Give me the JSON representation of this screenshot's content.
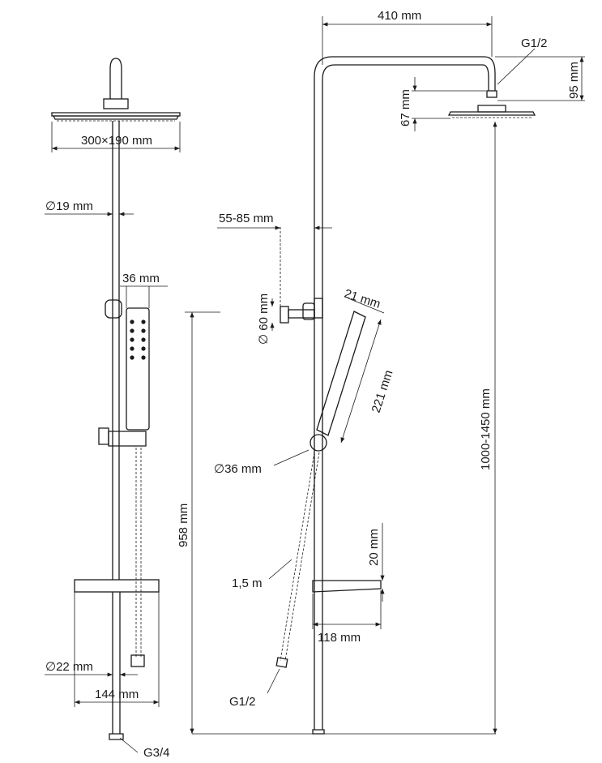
{
  "labels": {
    "head_size": "300×190 mm",
    "pipe_dia": "∅19 mm",
    "hand_width": "36 mm",
    "slider_travel": "958 mm",
    "pipe_dia_lower": "∅22 mm",
    "shelf_len_front": "144 mm",
    "inlet_front": "G3/4",
    "arm_len": "410 mm",
    "head_thread": "G1/2",
    "arm_drop": "95 mm",
    "head_drop": "67 mm",
    "wall_dist": "55-85 mm",
    "bracket_dia": "∅ 60 mm",
    "hand_tip": "21 mm",
    "hand_len": "221 mm",
    "holder_dia": "∅36 mm",
    "total_height": "1000-1450 mm",
    "hose_len": "1,5 m",
    "shelf_h": "20 mm",
    "shelf_len_side": "118 mm",
    "hose_thread": "G1/2"
  }
}
